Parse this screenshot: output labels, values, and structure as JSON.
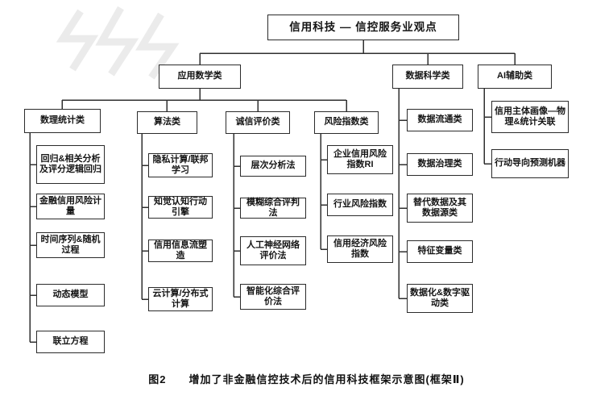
{
  "diagram": {
    "title": "信用科技 — 信控服务业观点",
    "caption": "图2　　增加了非金融信控技术后的信用科技框架示意图(框架Ⅱ)",
    "level1": {
      "applied_math": "应用数学类",
      "data_science": "数据科学类",
      "ai_assist": "AI辅助类"
    },
    "applied_math_groups": {
      "stats": {
        "label": "数理统计类",
        "items": [
          "回归&相关分析及评分逻辑回归",
          "金融信用风险计量",
          "时间序列&随机过程",
          "动态模型",
          "联立方程"
        ]
      },
      "algorithm": {
        "label": "算法类",
        "items": [
          "隐私计算/联邦学习",
          "知觉认知行动引擎",
          "信用信息流塑造",
          "云计算/分布式计算"
        ]
      },
      "integrity": {
        "label": "诚信评价类",
        "items": [
          "层次分析法",
          "模糊综合评判法",
          "人工神经网络评价法",
          "智能化综合评价法"
        ]
      },
      "risk_index": {
        "label": "风险指数类",
        "items": [
          "企业信用风险指数RI",
          "行业风险指数",
          "信用经济风险指数"
        ]
      }
    },
    "data_science_items": [
      "数据流通类",
      "数据治理类",
      "替代数据及其数据源类",
      "特征变量类",
      "数据化&数字驱动类"
    ],
    "ai_assist_items": [
      "信用主体画像—物理&统计关联",
      "行动导向预测机器"
    ]
  }
}
